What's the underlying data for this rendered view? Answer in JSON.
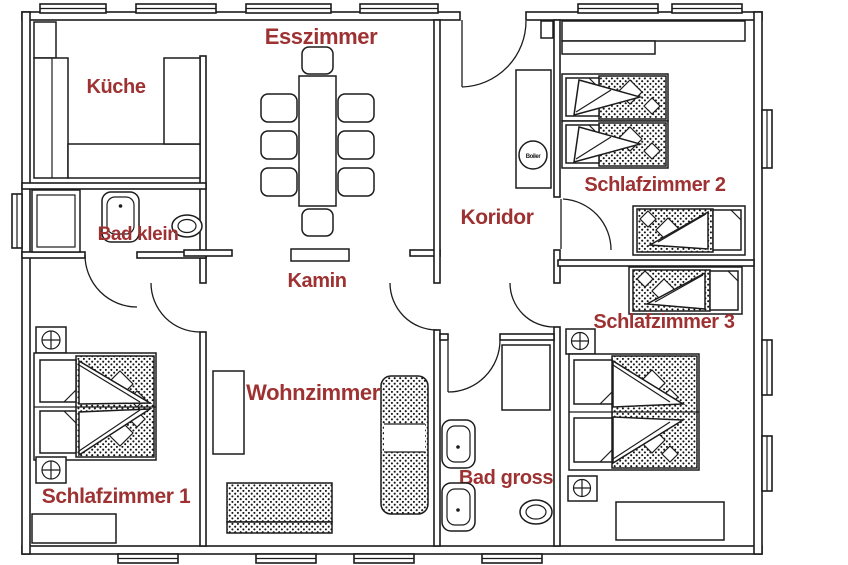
{
  "colors": {
    "label": "#9e3232",
    "line": "#1c1c1c",
    "background": "#ffffff"
  },
  "rooms": [
    {
      "id": "kueche",
      "label": "Küche",
      "furniture": [
        "kitchen-counter-left",
        "kitchen-counter-bottom",
        "kitchen-counter-right",
        "refrigerator"
      ]
    },
    {
      "id": "esszimmer",
      "label": "Esszimmer",
      "furniture": [
        "dining-table",
        "dining-chairs-x8"
      ]
    },
    {
      "id": "bad-klein",
      "label": "Bad klein",
      "furniture": [
        "shower",
        "washbasin",
        "toilet"
      ]
    },
    {
      "id": "koridor",
      "label": "Koridor",
      "furniture": [
        "boiler-closet",
        "wall-niche"
      ]
    },
    {
      "id": "schlafzimmer-2",
      "label": "Schlafzimmer 2",
      "furniture": [
        "wardrobe",
        "twin-beds-x2",
        "single-bed"
      ]
    },
    {
      "id": "schlafzimmer-3",
      "label": "Schlafzimmer 3",
      "furniture": [
        "single-bed",
        "twin-beds-x2",
        "nightstands-x2",
        "dresser"
      ]
    },
    {
      "id": "schlafzimmer-1",
      "label": "Schlafzimmer 1",
      "furniture": [
        "double-bed",
        "nightstands-x2",
        "dresser"
      ]
    },
    {
      "id": "wohnzimmer",
      "label": "Wohnzimmer",
      "furniture": [
        "shelf",
        "sofa-bottom",
        "sofa-right"
      ]
    },
    {
      "id": "bad-gross",
      "label": "Bad gross",
      "furniture": [
        "shower",
        "washbasin-x2",
        "toilet"
      ]
    }
  ],
  "features": {
    "kamin": "Kamin",
    "boiler": "Boiler"
  }
}
